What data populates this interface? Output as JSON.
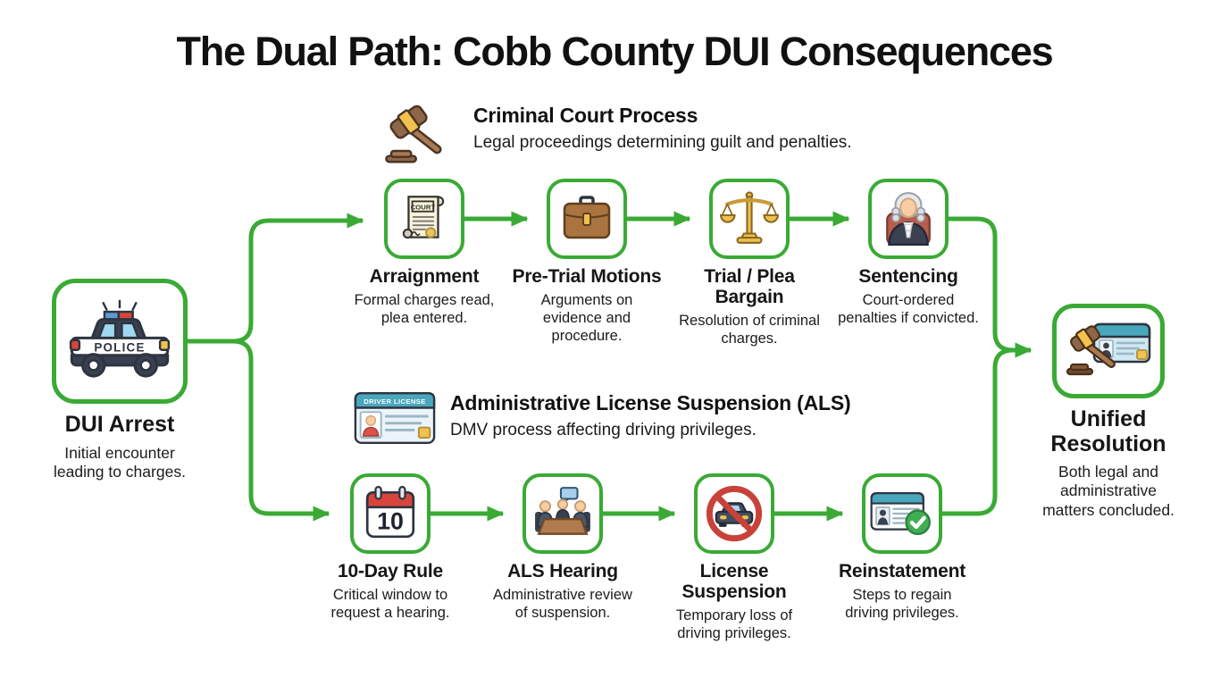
{
  "title": "The Dual Path: Cobb County DUI Consequences",
  "start": {
    "title": "DUI Arrest",
    "description": "Initial encounter leading to charges.",
    "icon": "police-car",
    "icon_text": "POLICE"
  },
  "end": {
    "title": "Unified Resolution",
    "description": "Both legal and administrative matters concluded.",
    "icon": "gavel-and-license"
  },
  "paths": [
    {
      "name": "criminal-court",
      "header": {
        "title": "Criminal Court Process",
        "subtitle": "Legal proceedings determining guilt and penalties.",
        "icon": "gavel"
      },
      "steps": [
        {
          "title": "Arraignment",
          "description": "Formal charges read, plea entered.",
          "icon": "court-scroll",
          "icon_text": "COURT"
        },
        {
          "title": "Pre-Trial Motions",
          "description": "Arguments on evidence and procedure.",
          "icon": "briefcase"
        },
        {
          "title": "Trial / Plea Bargain",
          "description": "Resolution of criminal charges.",
          "icon": "scales-of-justice"
        },
        {
          "title": "Sentencing",
          "description": "Court-ordered penalties if convicted.",
          "icon": "judge"
        }
      ]
    },
    {
      "name": "administrative-license-suspension",
      "header": {
        "title": "Administrative License Suspension (ALS)",
        "subtitle": "DMV process affecting driving privileges.",
        "icon": "driver-license",
        "icon_text": "DRIVER LICENSE"
      },
      "steps": [
        {
          "title": "10-Day Rule",
          "description": "Critical window to request a hearing.",
          "icon": "calendar",
          "icon_text": "10"
        },
        {
          "title": "ALS Hearing",
          "description": "Administrative review of suspension.",
          "icon": "hearing-meeting"
        },
        {
          "title": "License Suspension",
          "description": "Temporary loss of driving privileges.",
          "icon": "no-car"
        },
        {
          "title": "Reinstatement",
          "description": "Steps to regain driving privileges.",
          "icon": "license-check"
        }
      ]
    }
  ],
  "colors": {
    "accent_green": "#3aaa35",
    "outline_dark": "#2e3440",
    "text": "#161616",
    "background": "#ffffff"
  }
}
